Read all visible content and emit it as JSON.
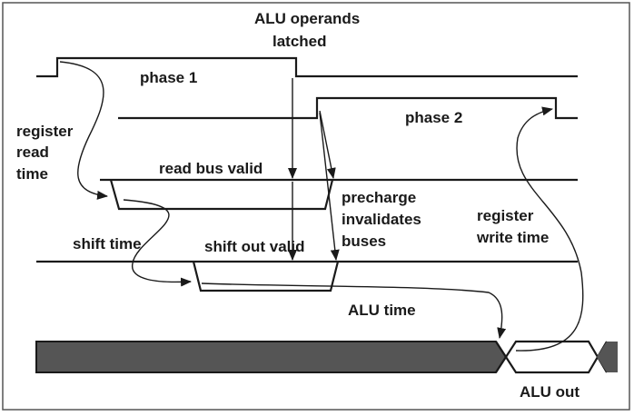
{
  "labels": {
    "alu_operands": [
      "ALU operands",
      "latched"
    ],
    "phase1": "phase 1",
    "phase2": "phase 2",
    "register_read_time": [
      "register",
      "read",
      "time"
    ],
    "read_bus_valid": "read bus valid",
    "precharge": [
      "precharge",
      "invalidates",
      "buses"
    ],
    "register_write_time": [
      "register",
      "write time"
    ],
    "shift_time": "shift time",
    "shift_out_valid": "shift out valid",
    "alu_time": "ALU time",
    "alu_out": "ALU out"
  },
  "colors": {
    "ink": "#1a1a1a",
    "alu_bar_fill": "#555555",
    "background": "#ffffff"
  }
}
